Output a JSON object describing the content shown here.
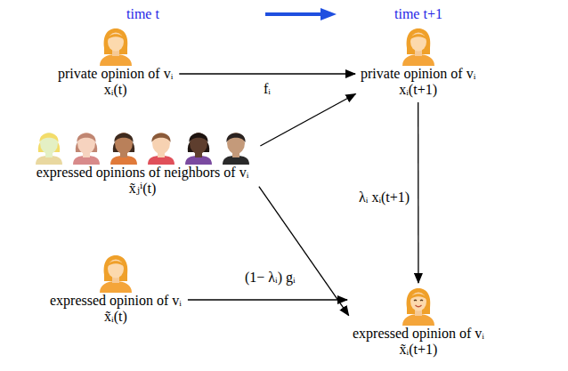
{
  "diagram": {
    "nodes": [
      {
        "text": [
          "private opinion of vᵢ",
          "xᵢ(t)"
        ]
      },
      {
        "text": [
          "expressed opinions of neighbors of vᵢ",
          "x̃ⱼⁱ(t)"
        ]
      },
      {
        "text": [
          "expressed opinion of vᵢ",
          "x̃ᵢ(t)"
        ]
      },
      {
        "text": [
          "private opinion of vᵢ",
          "xᵢ(t+1)"
        ]
      },
      {
        "text": [
          "expressed opinion of vᵢ",
          "x̃ᵢ(t+1)"
        ]
      }
    ],
    "edges": [
      {
        "from": 0,
        "to": 3,
        "label": "fᵢ",
        "arrow": "to"
      },
      {
        "from": 1,
        "to": 3,
        "arrow": "to"
      },
      {
        "from": 1,
        "to": 4,
        "arrow": "to"
      },
      {
        "from": 2,
        "to": 4,
        "label": "(1− λᵢ) gᵢ",
        "arrow": "to"
      },
      {
        "from": 3,
        "to": 4,
        "label": "λᵢ xᵢ(t+1)",
        "arrow": "to"
      }
    ],
    "labels": [
      "time t",
      "time t+1"
    ]
  }
}
